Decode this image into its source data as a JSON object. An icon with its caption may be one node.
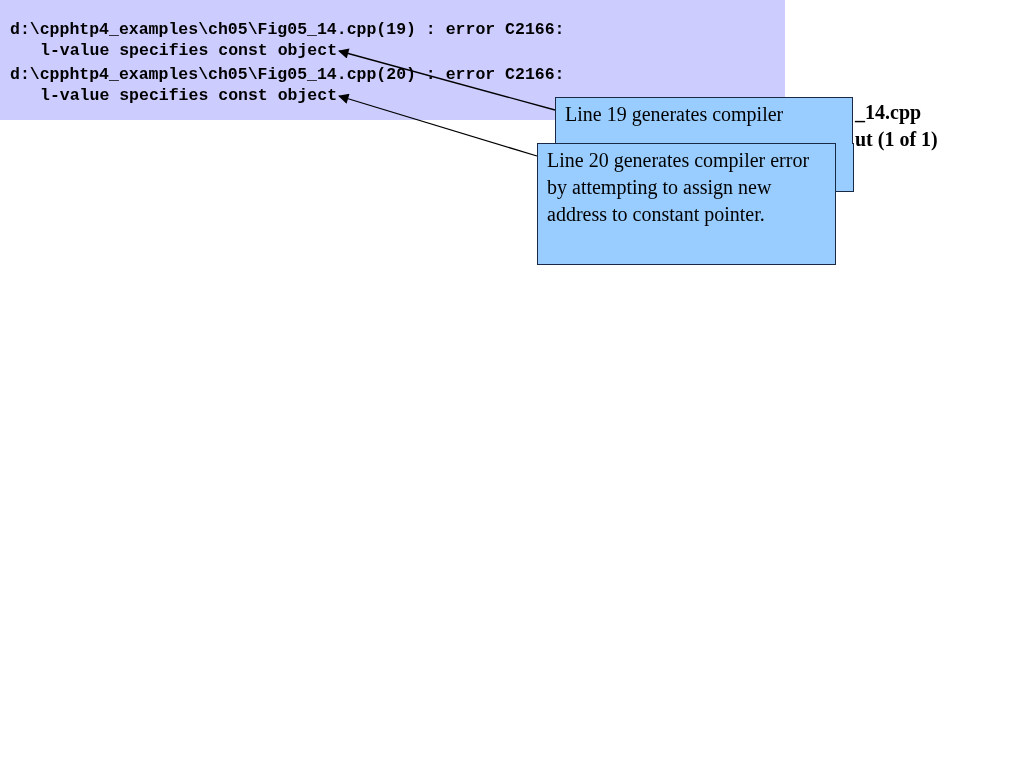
{
  "diagram": {
    "nodes": [
      {
        "text": [],
        "shape": "box"
      },
      {
        "text": [
          "d:\\cpphtp4_examples\\ch05\\Fig05_14.cpp(19) : error C2166:"
        ],
        "in": 0
      },
      {
        "text": [
          "l-value specifies const object"
        ],
        "in": 0
      },
      {
        "text": [
          "d:\\cpphtp4_examples\\ch05\\Fig05_14.cpp(20) : error C2166:"
        ],
        "in": 0
      },
      {
        "text": [
          "l-value specifies const object"
        ],
        "in": 0
      },
      {
        "text": [
          "Line 19 generates compiler"
        ]
      },
      {
        "text": [
          "Line 20 generates compiler error by attempting to assign new address to constant pointer."
        ]
      }
    ],
    "edges": [
      {
        "from": 5,
        "to": 2,
        "arrow": "to"
      },
      {
        "from": 6,
        "to": 4,
        "arrow": "to"
      }
    ],
    "labels": [
      "_14.cpp",
      "ut (1 of 1)"
    ]
  }
}
